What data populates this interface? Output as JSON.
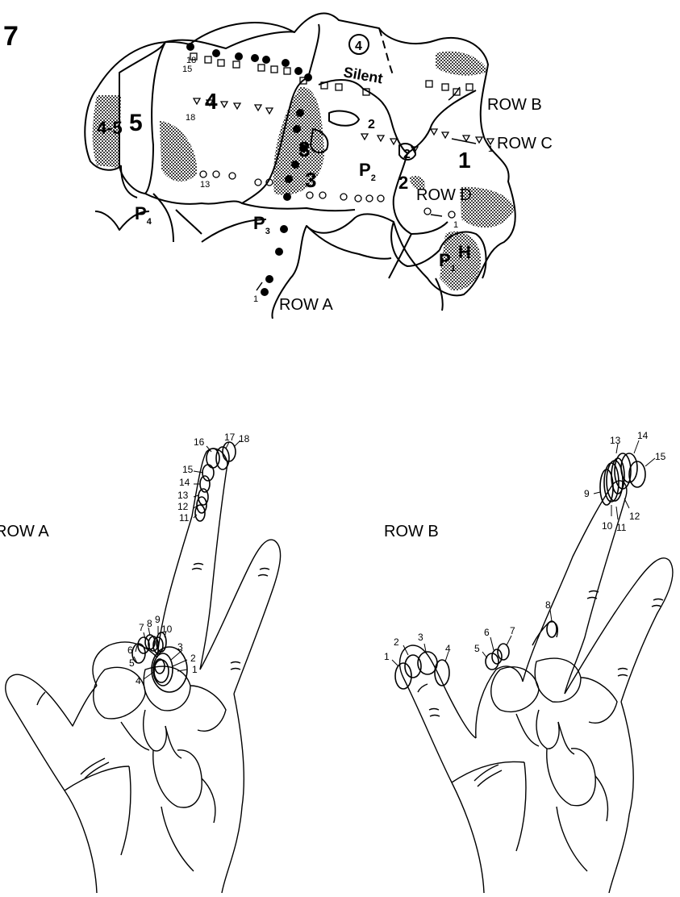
{
  "figure_number": "7",
  "map": {
    "areas": {
      "a45": "4-5",
      "a5": "5",
      "a4": "4",
      "a3": "3",
      "a3b": "3",
      "a2": "2",
      "a2b": "2",
      "a2c": "2",
      "a1": "1",
      "silent_num": "4",
      "silent": "Silent",
      "h": "H"
    },
    "palm": {
      "p1": "P",
      "p1s": "1",
      "p2": "P",
      "p2s": "2",
      "p3": "P",
      "p3s": "3",
      "p4": "P",
      "p4s": "4"
    },
    "rows": {
      "a": "ROW A",
      "b": "ROW B",
      "c": "ROW C",
      "d": "ROW D"
    },
    "site_numbers": {
      "a_start": "1",
      "a_end": "18",
      "b_start": "1",
      "b_end": "15",
      "c_start": "1",
      "c_end": "18",
      "d_start": "1",
      "d_end": "13"
    }
  },
  "hand_a": {
    "title": "ROW A",
    "rf_labels": [
      "1",
      "2",
      "3",
      "4",
      "5",
      "6",
      "7",
      "8",
      "9",
      "10",
      "11",
      "12",
      "13",
      "14",
      "15",
      "16",
      "17",
      "18"
    ]
  },
  "hand_b": {
    "title": "ROW B",
    "rf_labels": [
      "1",
      "2",
      "3",
      "4",
      "5",
      "6",
      "7",
      "8",
      "9",
      "10",
      "11",
      "12",
      "13",
      "14",
      "15"
    ]
  }
}
